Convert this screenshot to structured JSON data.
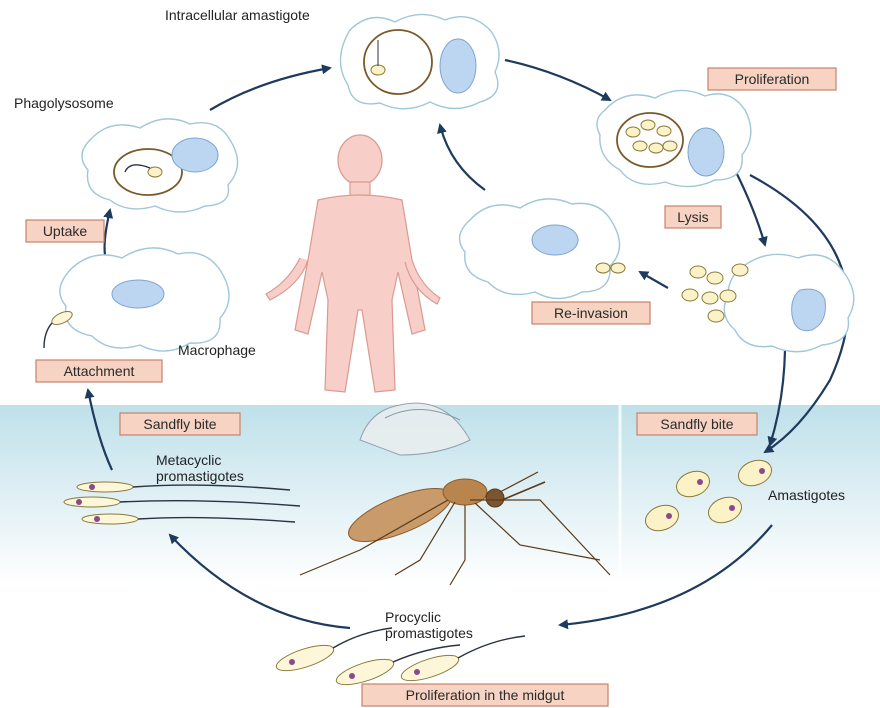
{
  "colors": {
    "water": "#cfe6ef",
    "label_box": "#f6d3c2",
    "arrow": "#1e3a5c",
    "human": "#f7cfc8",
    "cell_outline": "#9fc7da",
    "nucleus": "#bcd6f2",
    "parasite": "#fbf2c8"
  },
  "labels": {
    "intracellular_amastigote": "Intracellular amastigote",
    "phagolysosome": "Phagolysosome",
    "macrophage": "Macrophage",
    "metacyclic": [
      "Metacyclic",
      "promastigotes"
    ],
    "amastigotes": "Amastigotes",
    "procyclic": [
      "Procyclic",
      "promastigotes"
    ]
  },
  "boxes": {
    "proliferation": "Proliferation",
    "lysis": "Lysis",
    "uptake": "Uptake",
    "reinvasion": "Re-invasion",
    "attachment": "Attachment",
    "sandfly_bite_left": "Sandfly bite",
    "sandfly_bite_right": "Sandfly bite",
    "proliferation_midgut": "Proliferation in the midgut"
  },
  "icons": {
    "human": "human-figure-icon",
    "sandfly": "sandfly-icon"
  }
}
